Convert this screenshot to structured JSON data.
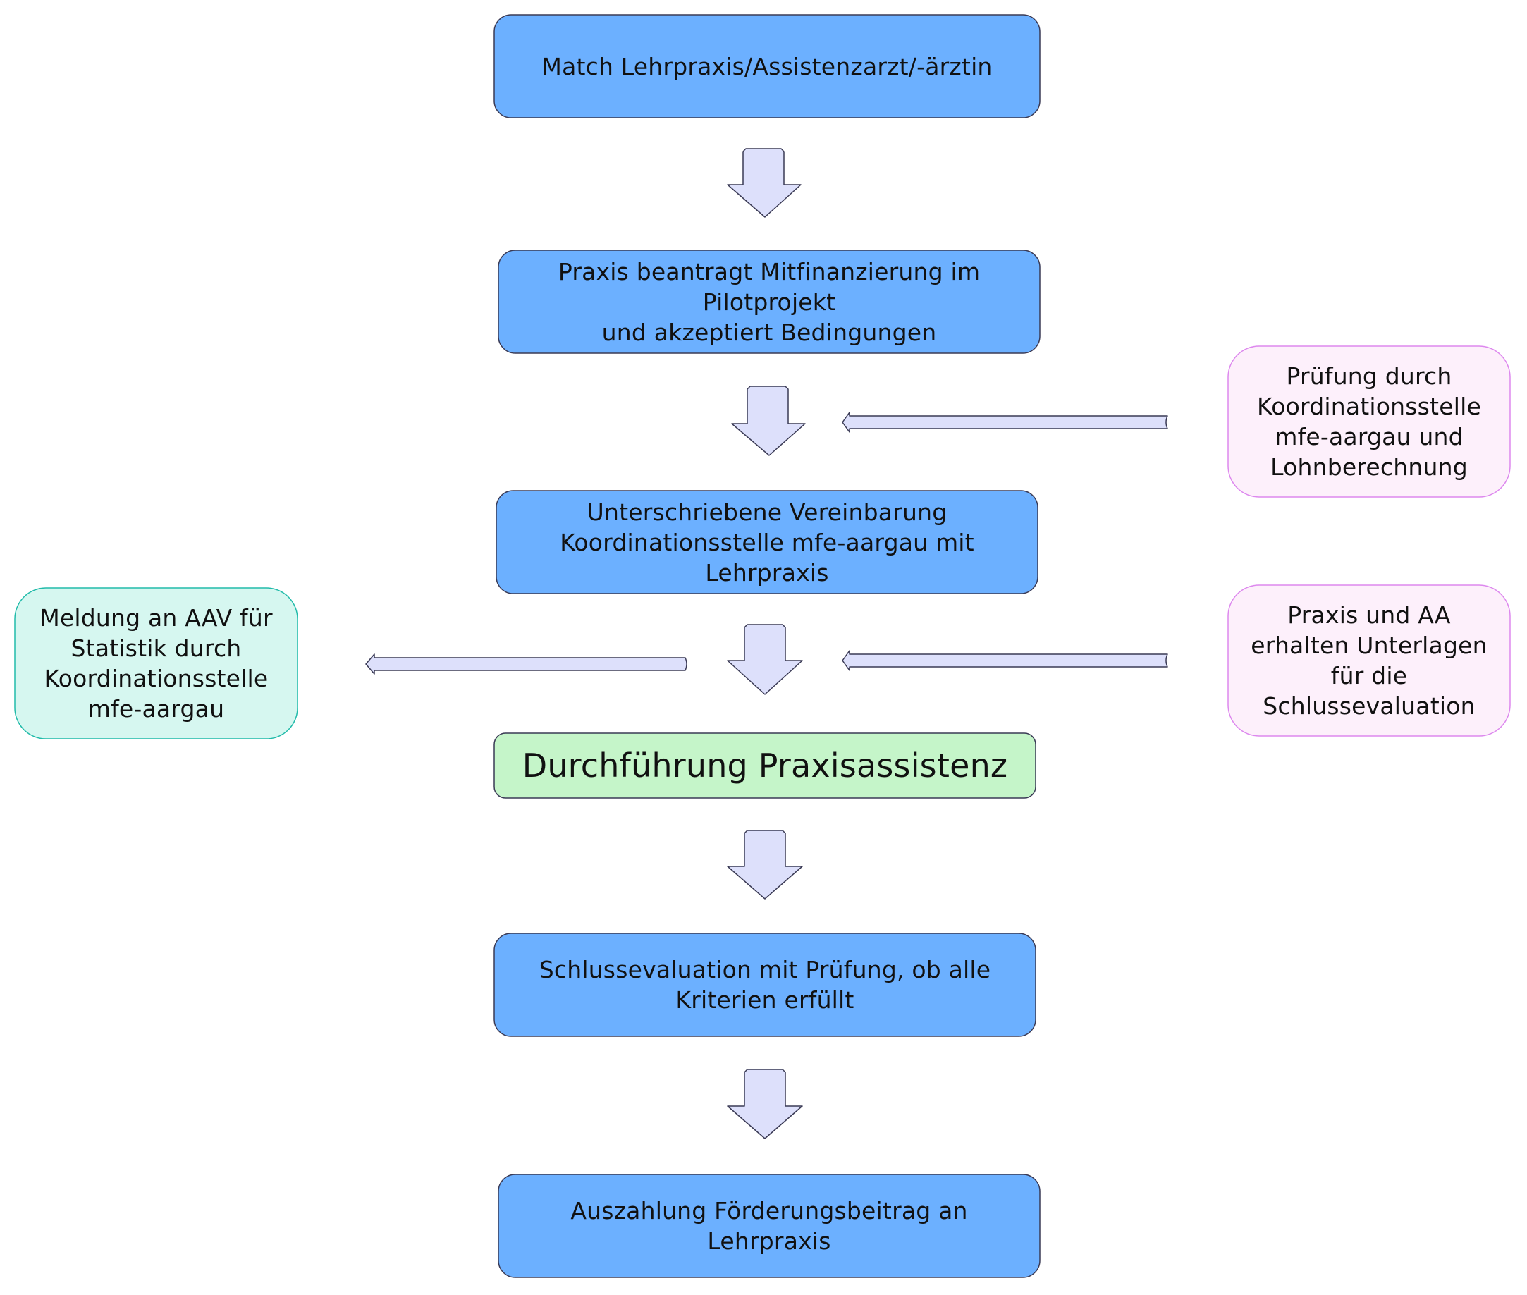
{
  "colors": {
    "step_fill": "#6cb0ff",
    "step_stroke": "#3a3a55",
    "highlight_fill": "#c5f5c9",
    "side_pink_fill": "#fdf0fb",
    "side_pink_stroke": "#dd88ee",
    "side_teal_fill": "#d6f7f0",
    "side_teal_stroke": "#22bbaa",
    "arrow_fill": "#dde0fb",
    "arrow_stroke": "#3a3a55"
  },
  "steps": [
    {
      "id": "match",
      "text": "Match Lehrpraxis/Assistenzarzt/-ärztin"
    },
    {
      "id": "antrag",
      "text": "Praxis beantragt Mitfinanzierung im\nPilotprojekt\nund akzeptiert Bedingungen"
    },
    {
      "id": "vereinbarung",
      "text": "Unterschriebene Vereinbarung\nKoordinationsstelle mfe-aargau mit\nLehrpraxis"
    },
    {
      "id": "durchfuehrung",
      "text": "Durchführung Praxisassistenz"
    },
    {
      "id": "schlussevaluation",
      "text": "Schlussevaluation mit Prüfung, ob alle\nKriterien erfüllt"
    },
    {
      "id": "auszahlung",
      "text": "Auszahlung Förderungsbeitrag an\nLehrpraxis"
    }
  ],
  "side_notes": [
    {
      "id": "pruefung",
      "text": "Prüfung durch\nKoordinationsstelle\nmfe-aargau und\nLohnberechnung"
    },
    {
      "id": "unterlagen",
      "text": "Praxis und AA\nerhalten Unterlagen\nfür die\nSchlussevaluation"
    },
    {
      "id": "meldung",
      "text": "Meldung an AAV für\nStatistik durch\nKoordinationsstelle\nmfe-aargau"
    }
  ]
}
